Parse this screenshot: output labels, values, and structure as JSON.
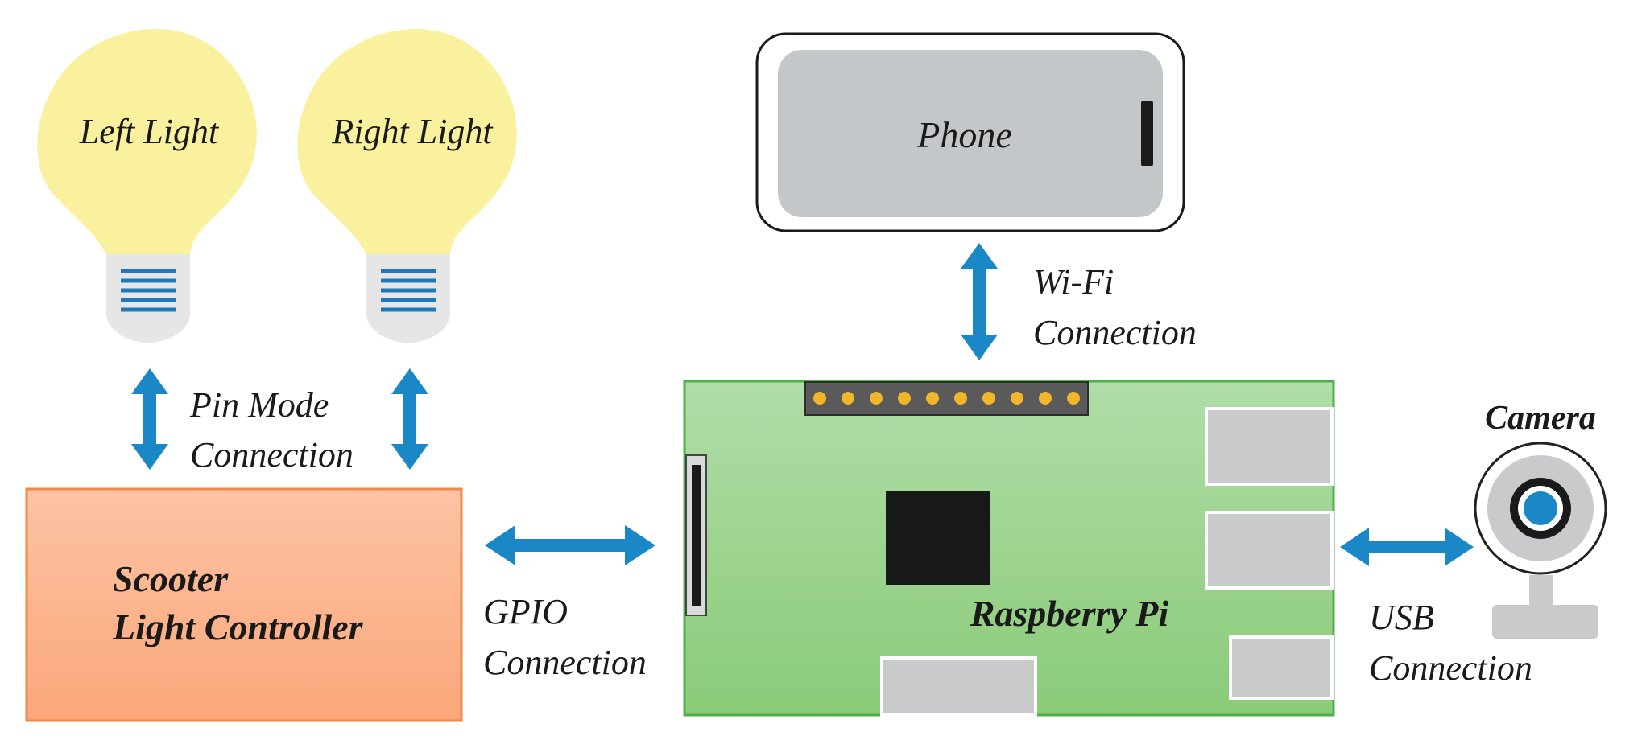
{
  "colors": {
    "bulb": "#FAF19E",
    "bulb_base": "#E6E6E6",
    "bulb_lines": "#1F78B8",
    "arrow": "#1A87C6",
    "controller_top": "#FCC3A4",
    "controller_bottom": "#FBA77A",
    "controller_border": "#EE8A44",
    "board_top": "#B0DDA8",
    "board_bottom": "#8ACB78",
    "board_border": "#4FAF4A",
    "phone_screen": "#C4C7C9",
    "port": "#C8CACB",
    "chip": "#181818",
    "header_pin": "#F2B62A",
    "camera_lens": "#1A87C6"
  },
  "lights": {
    "left_label": "Left Light",
    "right_label": "Right Light"
  },
  "phone": {
    "label": "Phone"
  },
  "controller": {
    "line1": "Scooter",
    "line2": "Light Controller"
  },
  "board": {
    "label": "Raspberry Pi"
  },
  "camera": {
    "label": "Camera"
  },
  "connections": {
    "pin_mode": {
      "line1": "Pin Mode",
      "line2": "Connection"
    },
    "wifi": {
      "line1": "Wi-Fi",
      "line2": "Connection"
    },
    "gpio": {
      "line1": "GPIO",
      "line2": "Connection"
    },
    "usb": {
      "line1": "USB",
      "line2": "Connection"
    }
  }
}
